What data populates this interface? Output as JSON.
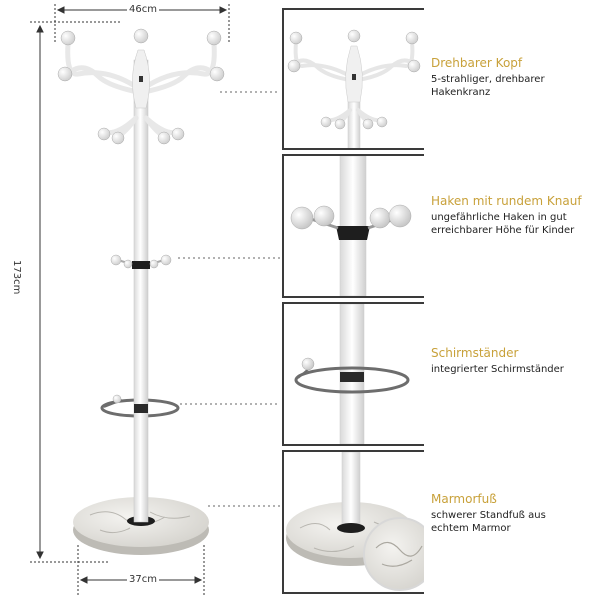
{
  "dimensions": {
    "width_top": "46cm",
    "height": "173cm",
    "width_base": "37cm"
  },
  "features": [
    {
      "title": "Drehbarer Kopf",
      "lines": [
        "5-strahliger, drehbarer",
        "Hakenkranz"
      ]
    },
    {
      "title": "Haken mit rundem Knauf",
      "lines": [
        "ungefährliche Haken in gut",
        "erreichbarer Höhe für Kinder"
      ]
    },
    {
      "title": "Schirmständer",
      "lines": [
        "integrierter Schirmständer"
      ]
    },
    {
      "title": "Marmorfuß",
      "lines": [
        "schwerer Standfuß aus",
        "echtem Marmor"
      ]
    }
  ],
  "colors": {
    "accent": "#c8a13a",
    "frame": "#3a3a3a",
    "stand": "#f4f4f4",
    "stand_shadow": "#c9c9c9",
    "ring": "#6d6d6d",
    "clamp": "#1e1e1e",
    "marble": "#e7e6e2"
  }
}
